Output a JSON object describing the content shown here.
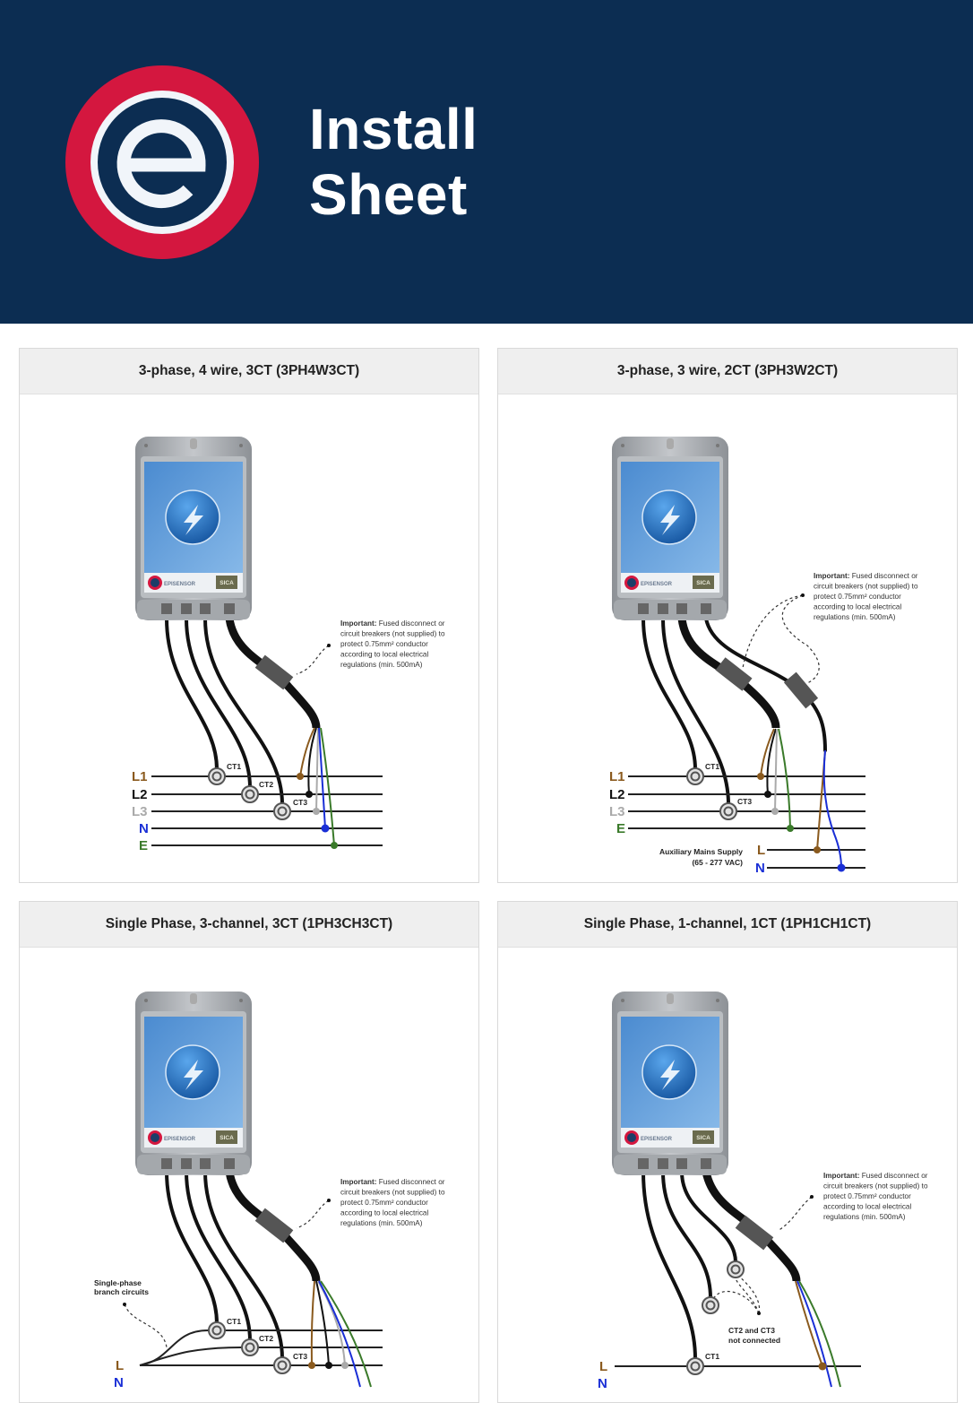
{
  "header": {
    "title_line1": "Install",
    "title_line2": "Sheet",
    "brand_colors": {
      "background": "#0c2d52",
      "logo_ring": "#d4173f"
    }
  },
  "device": {
    "brand": "EPISENSOR",
    "badge": "SICA"
  },
  "wire_colors": {
    "L1": "#8a5a1e",
    "L2": "#111111",
    "L3": "#aaaaaa",
    "N": "#1a2fd6",
    "E": "#3a7a2a"
  },
  "panels": [
    {
      "title": "3-phase, 4 wire, 3CT (3PH4W3CT)",
      "note_bold": "Important:",
      "note_lines": [
        " Fused disconnect or",
        "circuit breakers (not supplied) to",
        "protect 0.75mm² conductor",
        "according to local electrical",
        "regulations (min. 500mA)"
      ],
      "ct_labels": [
        "CT1",
        "CT2",
        "CT3"
      ],
      "line_labels": [
        "L1",
        "L2",
        "L3",
        "N",
        "E"
      ]
    },
    {
      "title": "3-phase, 3 wire, 2CT (3PH3W2CT)",
      "note_bold": "Important:",
      "note_lines": [
        " Fused disconnect or",
        "circuit breakers (not supplied) to",
        "protect 0.75mm² conductor",
        "according to local electrical",
        "regulations (min. 500mA)"
      ],
      "ct_labels": [
        "CT1",
        "CT3"
      ],
      "line_labels": [
        "L1",
        "L2",
        "L3",
        "E"
      ],
      "aux_supply": {
        "label_line1": "Auxiliary Mains Supply",
        "label_line2": "(65 - 277 VAC)",
        "line_labels": [
          "L",
          "N"
        ]
      }
    },
    {
      "title": "Single Phase, 3-channel, 3CT (1PH3CH3CT)",
      "note_bold": "Important:",
      "note_lines": [
        " Fused disconnect or",
        "circuit breakers (not supplied) to",
        "protect 0.75mm² conductor",
        "according to local electrical",
        "regulations (min. 500mA)"
      ],
      "ct_labels": [
        "CT1",
        "CT2",
        "CT3"
      ],
      "line_labels": [
        "L",
        "N"
      ],
      "branch_note": [
        "Single-phase",
        "branch circuits"
      ]
    },
    {
      "title": "Single Phase, 1-channel, 1CT (1PH1CH1CT)",
      "note_bold": "Important:",
      "note_lines": [
        " Fused disconnect or",
        "circuit breakers (not supplied) to",
        "protect 0.75mm² conductor",
        "according to local electrical",
        "regulations (min. 500mA)"
      ],
      "ct_labels": [
        "CT1"
      ],
      "line_labels": [
        "L",
        "N"
      ],
      "unconnected_note": [
        "CT2 and CT3",
        "not connected"
      ]
    }
  ]
}
